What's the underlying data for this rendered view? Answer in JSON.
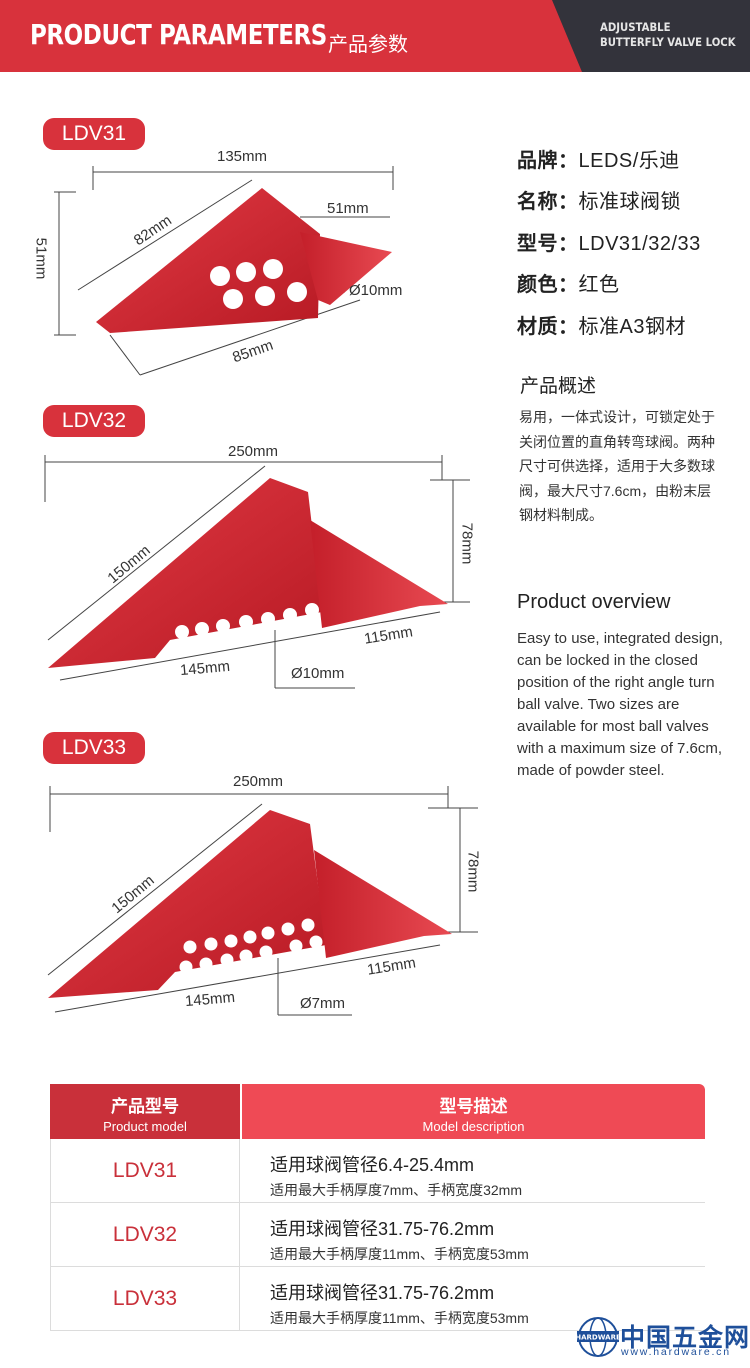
{
  "header": {
    "title": "PRODUCT PARAMETERS",
    "subtitle_cn": "产品参数",
    "right_line1": "ADJUSTABLE",
    "right_line2": "BUTTERFLY VALVE LOCK",
    "colors": {
      "red": "#d8323c",
      "dark": "#33333b"
    }
  },
  "products": [
    {
      "tag": "LDV31",
      "dims": [
        "135mm",
        "51mm",
        "82mm",
        "51mm",
        "Ø10mm",
        "85mm"
      ]
    },
    {
      "tag": "LDV32",
      "dims": [
        "250mm",
        "78mm",
        "150mm",
        "115mm",
        "145mm",
        "Ø10mm"
      ]
    },
    {
      "tag": "LDV33",
      "dims": [
        "250mm",
        "78mm",
        "150mm",
        "115mm",
        "145mm",
        "Ø7mm"
      ]
    }
  ],
  "specs": [
    {
      "label": "品牌：",
      "value": "LEDS/乐迪"
    },
    {
      "label": "名称：",
      "value": "标准球阀锁"
    },
    {
      "label": "型号：",
      "value": "LDV31/32/33"
    },
    {
      "label": "颜色：",
      "value": "红色"
    },
    {
      "label": "材质：",
      "value": "标准A3钢材"
    }
  ],
  "overview_cn": {
    "title": "产品概述",
    "text": "易用，一体式设计，可锁定处于关闭位置的直角转弯球阀。两种尺寸可供选择，适用于大多数球阀，最大尺寸7.6cm，由粉末层钢材料制成。"
  },
  "overview_en": {
    "title": "Product overview",
    "text": "Easy to use, integrated design, can be locked in the closed position of the right angle turn ball valve. Two sizes are available for most ball valves with a maximum size of 7.6cm, made of powder steel."
  },
  "table": {
    "head_model_cn": "产品型号",
    "head_model_en": "Product model",
    "head_desc_cn": "型号描述",
    "head_desc_en": "Model description",
    "rows": [
      {
        "model": "LDV31",
        "line1": "适用球阀管径6.4-25.4mm",
        "line2": "适用最大手柄厚度7mm、手柄宽度32mm"
      },
      {
        "model": "LDV32",
        "line1": "适用球阀管径31.75-76.2mm",
        "line2": "适用最大手柄厚度11mm、手柄宽度53mm"
      },
      {
        "model": "LDV33",
        "line1": "适用球阀管径31.75-76.2mm",
        "line2": "适用最大手柄厚度11mm、手柄宽度53mm"
      }
    ]
  },
  "watermark": {
    "badge": "HARDWARE",
    "name": "中国五金网",
    "url": "www.hardware.cn"
  }
}
